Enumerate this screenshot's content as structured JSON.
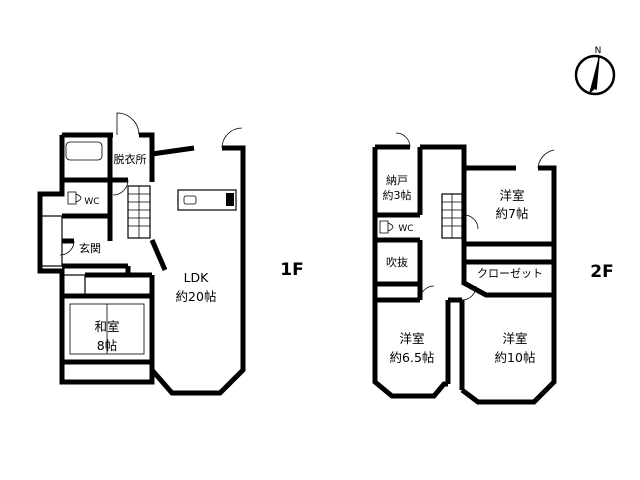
{
  "floor_1": {
    "label": "1F",
    "rooms": {
      "dressing": "脱衣所",
      "wc": "WC",
      "entrance": "玄関",
      "ldk_name": "LDK",
      "ldk_size": "約20帖",
      "washitsu_name": "和室",
      "washitsu_size": "8帖"
    }
  },
  "floor_2": {
    "label": "2F",
    "rooms": {
      "storage_name": "納戸",
      "storage_size": "約3帖",
      "wc": "WC",
      "void": "吹抜",
      "closet": "クローゼット",
      "bed1_name": "洋室",
      "bed1_size": "約7帖",
      "bed2_name": "洋室",
      "bed2_size": "約6.5帖",
      "bed3_name": "洋室",
      "bed3_size": "約10帖"
    }
  },
  "compass": {
    "north_label": "N",
    "icon": "north-arrow-icon"
  }
}
